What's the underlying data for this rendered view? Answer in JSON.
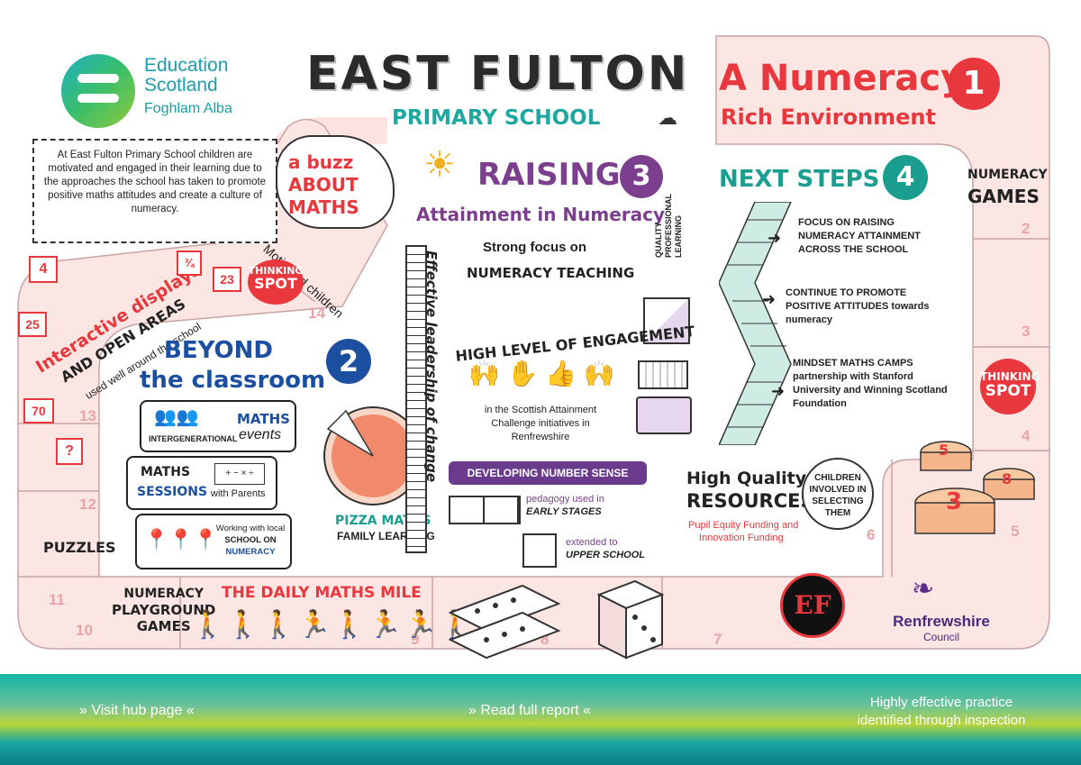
{
  "logo": {
    "line1": "Education",
    "line2": "Scotland",
    "line3": "Foghlam Alba"
  },
  "header": {
    "title": "EAST FULTON",
    "subtitle": "PRIMARY SCHOOL"
  },
  "intro": "At East Fulton Primary School children are motivated and engaged in their learning due to the approaches the school has taken to promote positive maths attitudes and create a culture of numeracy.",
  "section1": {
    "line1": "A Numeracy",
    "line2": "Rich Environment",
    "number": "1"
  },
  "section2": {
    "line1": "BEYOND",
    "line2": "the classroom",
    "number": "2"
  },
  "section3": {
    "line1": "RAISING",
    "line2": "Attainment in Numeracy",
    "number": "3"
  },
  "section4": {
    "title": "NEXT STEPS",
    "number": "4"
  },
  "buzz": {
    "line1": "a buzz",
    "line2": "ABOUT",
    "line3": "MATHS"
  },
  "motivated": "Motivated children",
  "interactive": {
    "line1": "Interactive displays",
    "line2": "AND OPEN AREAS",
    "line3": "used well around the school"
  },
  "squares": [
    "4",
    "¾",
    "23",
    "25",
    "70",
    "?"
  ],
  "thinking_spot_1": {
    "line1": "THINKING",
    "line2": "SPOT"
  },
  "thinking_spot_2": {
    "line1": "THINKING",
    "line2": "SPOT"
  },
  "board_numbers": [
    "14",
    "13",
    "12",
    "11",
    "10",
    "9",
    "8",
    "7",
    "6",
    "5",
    "4",
    "3",
    "2"
  ],
  "puzzles": "PUZZLES",
  "playground": {
    "line1": "NUMERACY",
    "line2": "PLAYGROUND",
    "line3": "GAMES"
  },
  "daily_mile": "THE DAILY MATHS MILE",
  "numeracy_games": {
    "line1": "NUMERACY",
    "line2": "GAMES"
  },
  "beyond": {
    "intergenerational": "INTERGENERATIONAL",
    "maths_events_1": "MATHS",
    "maths_events_2": "events",
    "sessions_1": "MATHS",
    "sessions_2": "SESSIONS",
    "with_parents": "with Parents",
    "ops": "+ − × ÷",
    "local_1": "Working with local",
    "local_2": "SCHOOL ON",
    "local_3": "NUMERACY"
  },
  "pizza": {
    "line1": "PIZZA MATHS",
    "line2": "FAMILY LEARNING"
  },
  "leadership": "Effective leadership of change",
  "raising": {
    "focus_1": "Strong focus on",
    "focus_2": "NUMERACY TEACHING",
    "quality_1": "QUALITY",
    "quality_2": "PROFESSIONAL",
    "quality_3": "LEARNING",
    "engagement": "HIGH LEVEL OF ENGAGEMENT",
    "challenge": "in the Scottish Attainment Challenge initiatives in Renfrewshire",
    "number_sense": "DEVELOPING NUMBER SENSE",
    "pedagogy_1": "pedagogy used in",
    "pedagogy_2": "EARLY STAGES",
    "extended_1": "extended to",
    "extended_2": "UPPER SCHOOL"
  },
  "next_steps": [
    "FOCUS ON RAISING NUMERACY ATTAINMENT ACROSS THE SCHOOL",
    "CONTINUE TO PROMOTE POSITIVE ATTITUDES towards numeracy",
    "MINDSET MATHS CAMPS partnership with Stanford University and Winning Scotland Foundation"
  ],
  "resources": {
    "line1": "High Quality",
    "line2": "RESOURCES",
    "funding_1": "Pupil Equity Funding and",
    "funding_2": "Innovation Funding",
    "children_1": "CHILDREN",
    "children_2": "INVOLVED IN",
    "children_3": "SELECTING",
    "children_3b": "THEM"
  },
  "dice_nums": [
    "5",
    "8",
    "3"
  ],
  "ef_badge": "EF",
  "council": {
    "line1": "Renfrewshire",
    "line2": "Council"
  },
  "footer": {
    "hub": "» Visit hub page «",
    "report": "» Read full report «",
    "practice_1": "Highly effective practice",
    "practice_2": "identified through inspection"
  },
  "colors": {
    "red": "#e8383d",
    "purple": "#7b3f8e",
    "teal": "#1b9e8f",
    "blue": "#1c4fa0",
    "pink": "#fbe3e1"
  }
}
